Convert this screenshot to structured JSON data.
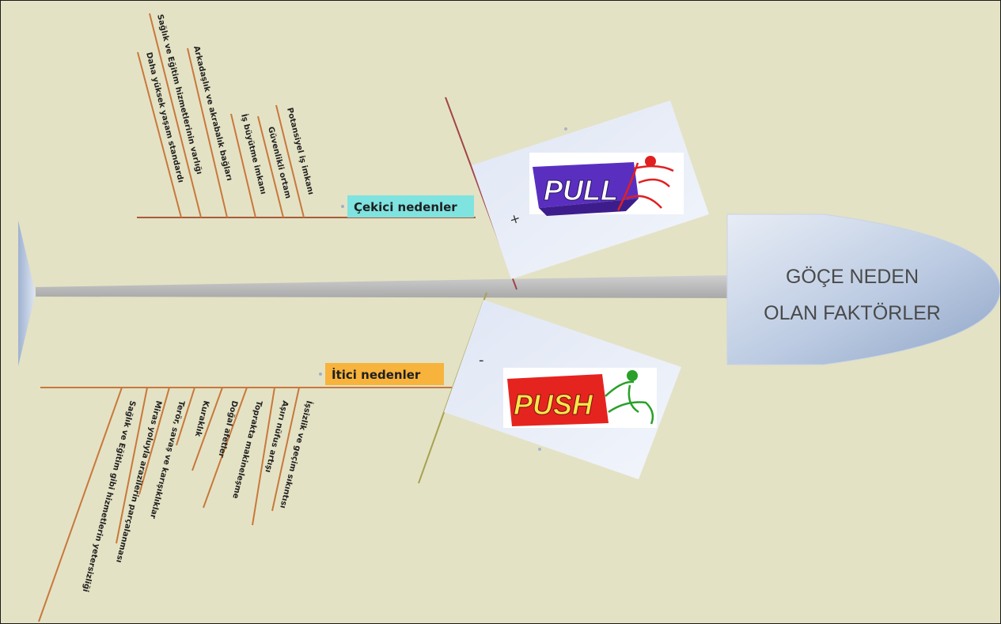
{
  "head": {
    "lines": [
      "GÖÇE NEDEN",
      "OLAN FAKTÖRLER"
    ]
  },
  "pull_branch": {
    "label": "Çekici nedenler",
    "sign": "+",
    "logo_text": "PULL",
    "causes": [
      "Potansiyel iş imkanı",
      "Güvenlikli ortam",
      "İş büyütme imkanı",
      "Arkadaşlık ve akrabalık bağları",
      "Sağlık ve Eğitim hizmetlerinin varlığı",
      "Daha yüksek yaşam standardı"
    ]
  },
  "push_branch": {
    "label": "İtici nedenler",
    "sign": "-",
    "logo_text": "PUSH",
    "causes": [
      "İşsizlik ve geçim sıkıntısı",
      "Aşırı nüfus artışı",
      "Toprakta makineleşme",
      "Doğal afetler",
      "Kuraklık",
      "Terör, savaş ve karışıklıklar",
      "Miras yoluyla arazilerin parçalanması",
      "Sağlık ve Eğitim gibi hizmetlerin yetersizliği"
    ]
  },
  "colors": {
    "background": "#e4e2c4",
    "spine": "#bdbdbd",
    "branch_line": "#c8783c",
    "pull_label_bg": "#7fe3e0",
    "push_label_bg": "#f7b33c",
    "head_fill": "#b7c6de",
    "pull_logo": "#5a2fc0",
    "push_logo": "#e52420"
  }
}
